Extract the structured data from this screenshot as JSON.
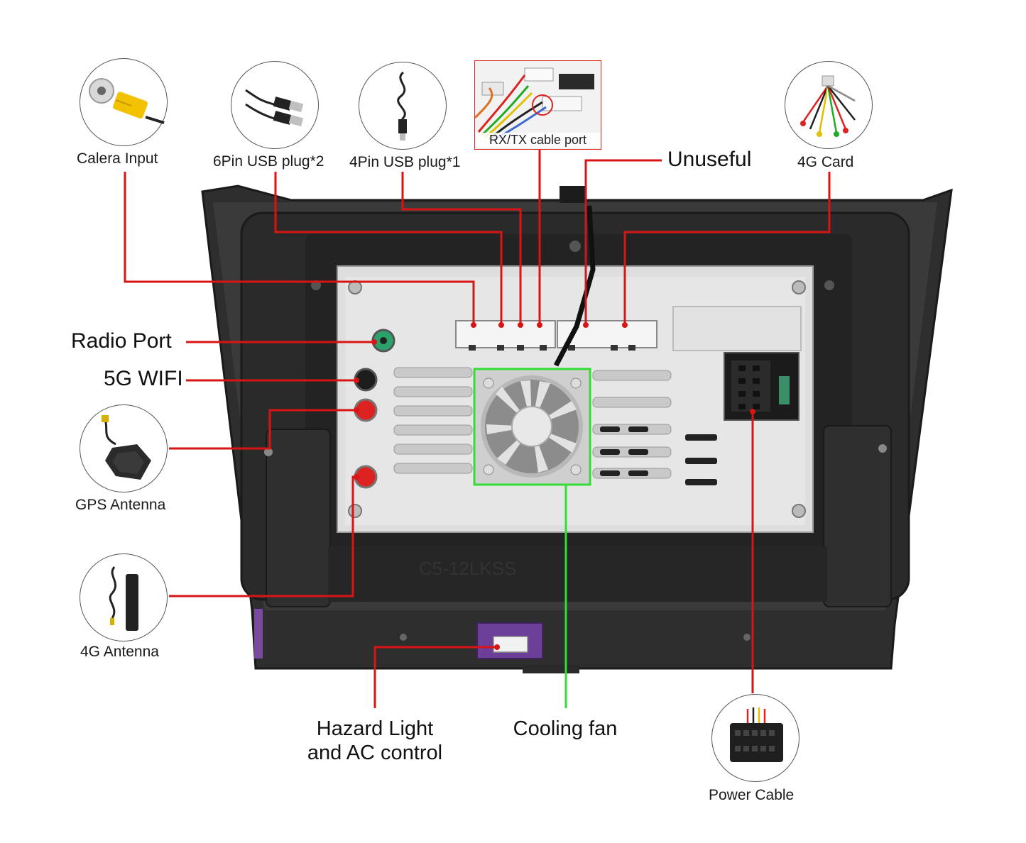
{
  "labels": {
    "camera_input": "Calera Input",
    "usb6": "6Pin USB plug*2",
    "usb4": "4Pin USB plug*1",
    "rxtx": "RX/TX cable port",
    "unuseful": "Unuseful",
    "card4g": "4G Card",
    "radio_port": "Radio Port",
    "wifi5g": "5G WIFI",
    "gps_antenna": "GPS Antenna",
    "antenna4g": "4G Antenna",
    "hazard_line1": "Hazard Light",
    "hazard_line2": "and AC control",
    "cooling_fan": "Cooling fan",
    "power_cable": "Power Cable"
  },
  "unit_engraving": "C5-12LKSS",
  "colors": {
    "leader_line": "#d91414",
    "fan_highlight": "#33dd33",
    "frame": "#2b2b2b",
    "metal_plate": "#dcdcdc"
  },
  "icons": [
    "camera-rca-icon",
    "usb-cable-icon",
    "usb-single-icon",
    "wiring-harness-icon",
    "gps-puck-icon",
    "lte-antenna-icon",
    "iso-connector-icon"
  ]
}
